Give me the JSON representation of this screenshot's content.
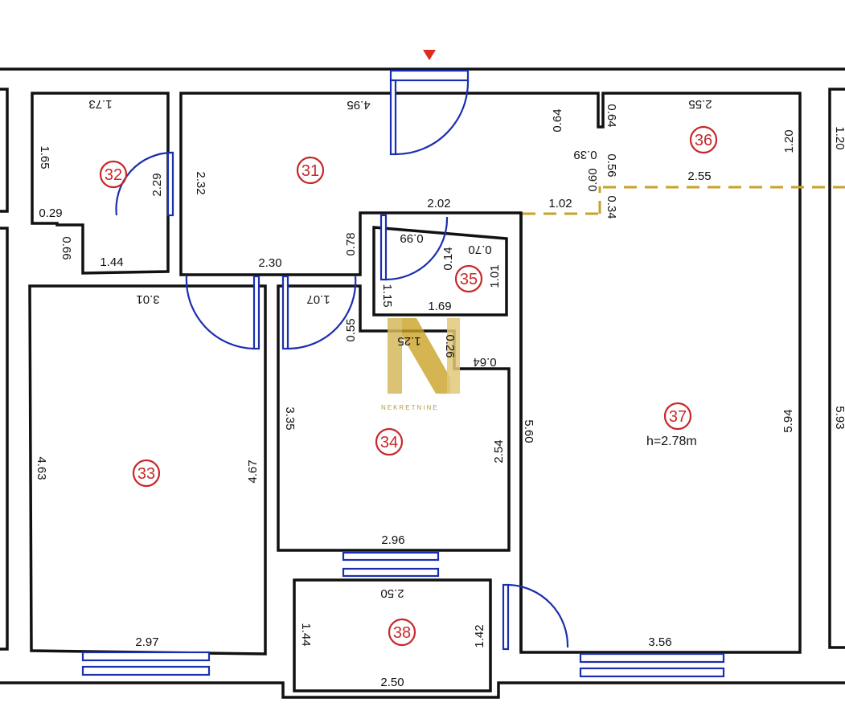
{
  "rooms": [
    {
      "id": "r31",
      "label": "31"
    },
    {
      "id": "r32",
      "label": "32"
    },
    {
      "id": "r33",
      "label": "33"
    },
    {
      "id": "r34",
      "label": "34"
    },
    {
      "id": "r35",
      "label": "35"
    },
    {
      "id": "r36",
      "label": "36"
    },
    {
      "id": "r37",
      "label": "37"
    },
    {
      "id": "r38",
      "label": "38"
    }
  ],
  "ceiling_height": "h=2.78m",
  "logo": {
    "text": "NEKRETNINE",
    "color": "#c9a227"
  },
  "colors": {
    "wall": "#111111",
    "door": "#1a2fb0",
    "room_label": "#c8282a",
    "partition": "#c9a227",
    "entrance_marker": "#e02a1f"
  },
  "dimensions": {
    "d495": "4.95",
    "d064a": "0.64",
    "d232": "2.32",
    "d078": "0.78",
    "d230": "2.30",
    "d173": "1.73",
    "d165": "1.65",
    "d229": "2.29",
    "d029": "0.29",
    "d066": "0.66",
    "d144a": "1.44",
    "d202": "2.02",
    "d099": "0.99",
    "d070": "0.70",
    "d014": "0.14",
    "d101": "1.01",
    "d115": "1.15",
    "d169": "1.69",
    "d064b": "0.64",
    "d039": "0.39",
    "d060": "0.60",
    "d056": "0.56",
    "d034": "0.34",
    "d102": "1.02",
    "d255a": "2.55",
    "d255b": "2.55",
    "d120a": "1.20",
    "d120b": "1.20",
    "d301": "3.01",
    "d463": "4.63",
    "d467": "4.67",
    "d297": "2.97",
    "d107": "1.07",
    "d055": "0.55",
    "d125": "1.25",
    "d026": "0.26",
    "d064c": "0.64",
    "d335": "3.35",
    "d254": "2.54",
    "d296": "2.96",
    "d560": "5.60",
    "d594": "5.94",
    "d593": "5.93",
    "d356": "3.56",
    "d250a": "2.50",
    "d250b": "2.50",
    "d144b": "1.44",
    "d142": "1.42"
  }
}
